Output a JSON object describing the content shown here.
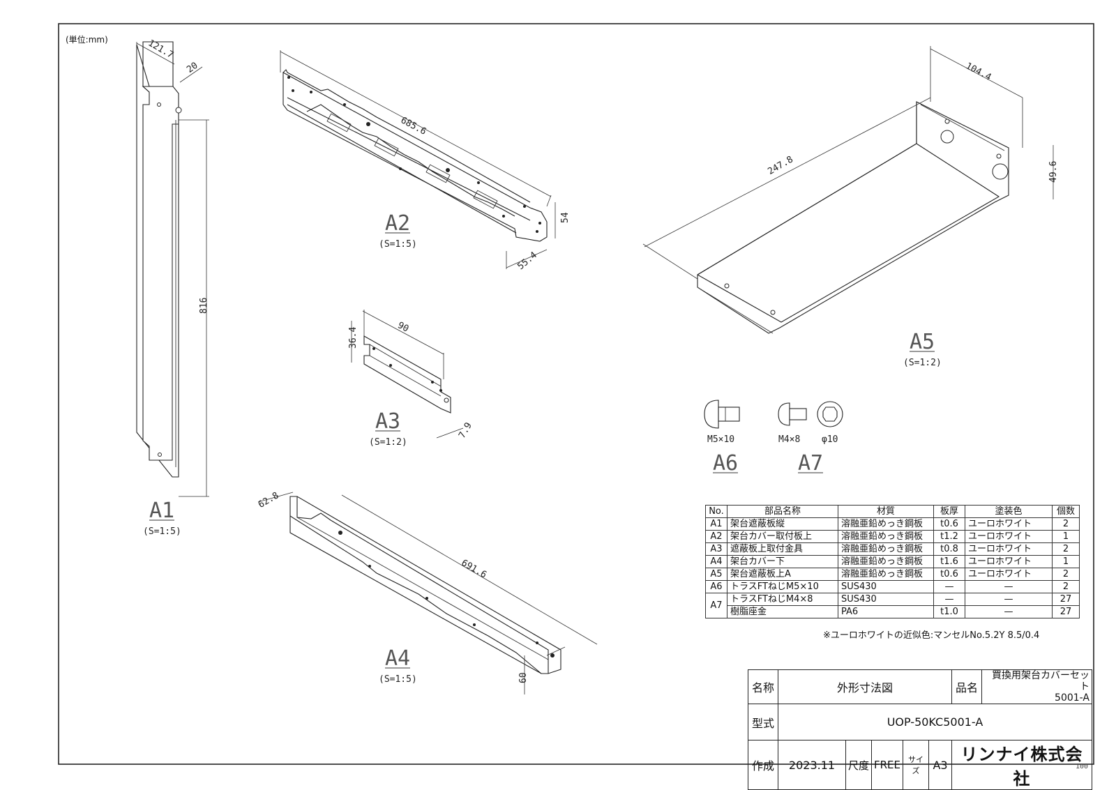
{
  "unit_note": "(単位:mm)",
  "parts": {
    "a1": {
      "label": "A1",
      "scale": "(S=1:5)",
      "dims": {
        "width": "121.7",
        "flange": "20",
        "height": "816"
      }
    },
    "a2": {
      "label": "A2",
      "scale": "(S=1:5)",
      "dims": {
        "length": "685.6",
        "height": "54",
        "depth": "55.4"
      }
    },
    "a3": {
      "label": "A3",
      "scale": "(S=1:2)",
      "dims": {
        "length": "90",
        "height": "36.4",
        "flange": "7.9"
      }
    },
    "a4": {
      "label": "A4",
      "scale": "(S=1:5)",
      "dims": {
        "depth": "62.8",
        "length": "691.6",
        "height": "60"
      }
    },
    "a5": {
      "label": "A5",
      "scale": "(S=1:2)",
      "dims": {
        "width": "104.4",
        "length": "247.8",
        "height": "49.6"
      }
    },
    "a6": {
      "label": "A6",
      "size": "M5×10"
    },
    "a7": {
      "label": "A7",
      "size_screw": "M4×8",
      "size_washer": "φ10"
    }
  },
  "parts_table": {
    "headers": [
      "No.",
      "部品名称",
      "材質",
      "板厚",
      "塗装色",
      "個数"
    ],
    "rows": [
      {
        "no": "A1",
        "name": "架台遮蔽板縦",
        "material": "溶融亜鉛めっき鋼板",
        "thickness": "t0.6",
        "color": "ユーロホワイト",
        "qty": "2"
      },
      {
        "no": "A2",
        "name": "架台カバー取付板上",
        "material": "溶融亜鉛めっき鋼板",
        "thickness": "t1.2",
        "color": "ユーロホワイト",
        "qty": "1"
      },
      {
        "no": "A3",
        "name": "遮蔽板上取付金具",
        "material": "溶融亜鉛めっき鋼板",
        "thickness": "t0.8",
        "color": "ユーロホワイト",
        "qty": "2"
      },
      {
        "no": "A4",
        "name": "架台カバー下",
        "material": "溶融亜鉛めっき鋼板",
        "thickness": "t1.6",
        "color": "ユーロホワイト",
        "qty": "1"
      },
      {
        "no": "A5",
        "name": "架台遮蔽板上A",
        "material": "溶融亜鉛めっき鋼板",
        "thickness": "t0.6",
        "color": "ユーロホワイト",
        "qty": "2"
      },
      {
        "no": "A6",
        "name": "トラスFTねじM5×10",
        "material": "SUS430",
        "thickness": "—",
        "color": "—",
        "qty": "2"
      },
      {
        "no": "A7",
        "name": "トラスFTねじM4×8",
        "material": "SUS430",
        "thickness": "—",
        "color": "—",
        "qty": "27"
      },
      {
        "no": "",
        "name": "樹脂座金",
        "material": "PA6",
        "thickness": "t1.0",
        "color": "—",
        "qty": "27"
      }
    ],
    "note": "※ユーロホワイトの近似色:マンセルNo.5.2Y 8.5/0.4"
  },
  "title_block": {
    "name_label": "名称",
    "name_value": "外形寸法図",
    "product_label": "品名",
    "product_line1": "買換用架台カバーセット",
    "product_line2": "5001-A",
    "model_label": "型式",
    "model_value": "UOP-50KC5001-A",
    "made_label": "作成",
    "made_value": "2023.11",
    "scale_label": "尺度",
    "scale_value": "FREE",
    "size_label": "サイズ",
    "size_value": "A3",
    "company": "リンナイ株式会社"
  },
  "corner_number": "100"
}
